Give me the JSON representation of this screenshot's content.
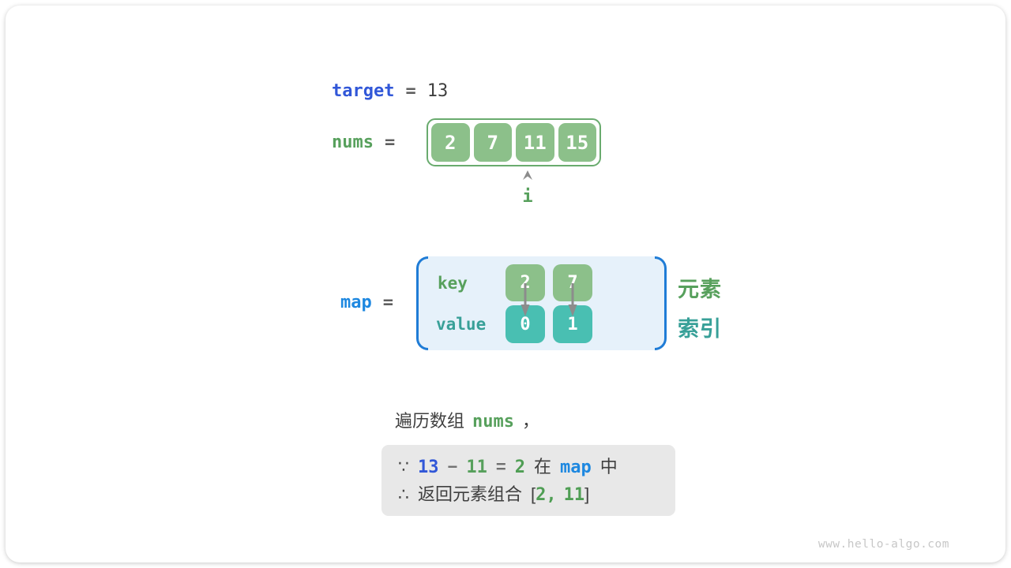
{
  "colors": {
    "royal_blue": "#3157d8",
    "azure_blue": "#1e88e0",
    "green": "#57a05c",
    "teal": "#38a098",
    "cell_green": "#8cc08a",
    "cell_teal": "#49bfb2",
    "map_border_blue": "#1f7cd6",
    "map_bg": "#e6f1fa",
    "box_bg": "#e8e8e8"
  },
  "target_line": {
    "label": "target",
    "equals": "=",
    "value": "13"
  },
  "nums_line": {
    "label": "nums",
    "equals": "=",
    "cells": [
      "2",
      "7",
      "11",
      "15"
    ],
    "pointer_label": "i",
    "pointer_index": 2
  },
  "map_section": {
    "label": "map",
    "equals": "=",
    "key_label": "key",
    "value_label": "value",
    "keys": [
      "2",
      "7"
    ],
    "values": [
      "0",
      "1"
    ],
    "right_labels": {
      "top": "元素",
      "bottom": "索引"
    }
  },
  "caption": {
    "prefix": "遍历数组",
    "code": "nums",
    "suffix": "，"
  },
  "conclusion_box": {
    "line1": {
      "because": "∵",
      "t1": "13",
      "minus": "−",
      "t2": "11",
      "eq": "=",
      "t3": "2",
      "in_cn": "在",
      "map_token": "map",
      "zhong": "中"
    },
    "line2": {
      "therefore": "∴",
      "text": "返回元素组合",
      "bracket_open": "[",
      "v1": "2",
      "comma": ",",
      "v2": "11",
      "bracket_close": "]"
    }
  },
  "watermark": "www.hello-algo.com"
}
